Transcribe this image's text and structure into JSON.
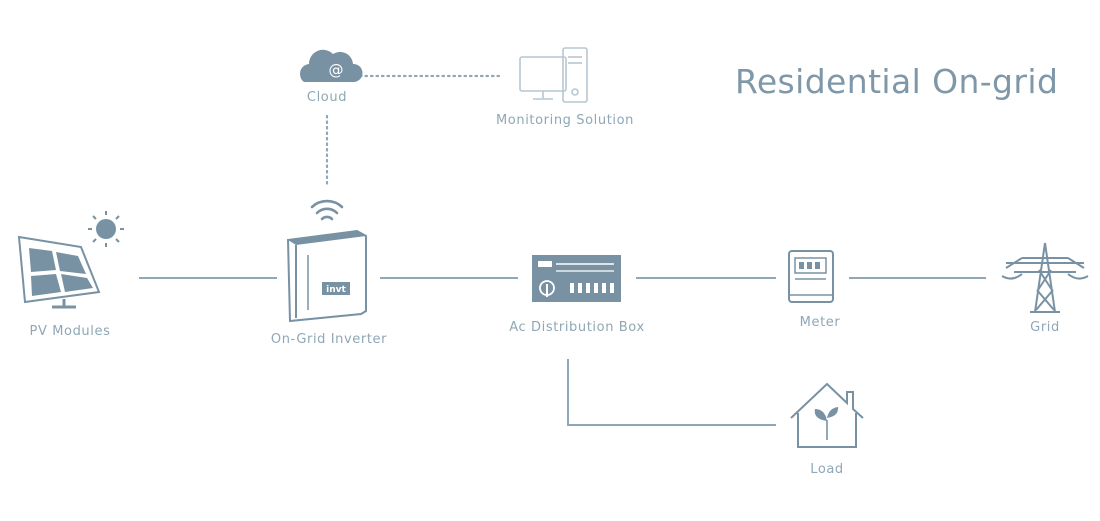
{
  "title": "Residential On-grid",
  "colors": {
    "primary": "#7f98a9",
    "line": "#8fa7b6",
    "icon_fill": "#7892a4",
    "background": "#ffffff"
  },
  "nodes": {
    "cloud": {
      "label": "Cloud",
      "icon": "cloud-at-icon",
      "badge": "@"
    },
    "monitoring": {
      "label": "Monitoring Solution",
      "icon": "desktop-computer-icon"
    },
    "pv_modules": {
      "label": "PV Modules",
      "icon": "solar-panel-icon"
    },
    "inverter": {
      "label": "On-Grid Inverter",
      "icon": "inverter-icon",
      "brand": "invt"
    },
    "ac_box": {
      "label": "Ac Distribution Box",
      "icon": "distribution-box-icon"
    },
    "meter": {
      "label": "Meter",
      "icon": "meter-icon"
    },
    "grid": {
      "label": "Grid",
      "icon": "transmission-tower-icon"
    },
    "load": {
      "label": "Load",
      "icon": "house-plant-icon"
    }
  },
  "edges": [
    {
      "from": "cloud",
      "to": "monitoring",
      "style": "dotted"
    },
    {
      "from": "cloud",
      "to": "inverter",
      "style": "dotted"
    },
    {
      "from": "pv_modules",
      "to": "inverter",
      "style": "solid"
    },
    {
      "from": "inverter",
      "to": "ac_box",
      "style": "solid"
    },
    {
      "from": "ac_box",
      "to": "meter",
      "style": "solid"
    },
    {
      "from": "meter",
      "to": "grid",
      "style": "solid"
    },
    {
      "from": "ac_box",
      "to": "load",
      "style": "solid"
    }
  ]
}
